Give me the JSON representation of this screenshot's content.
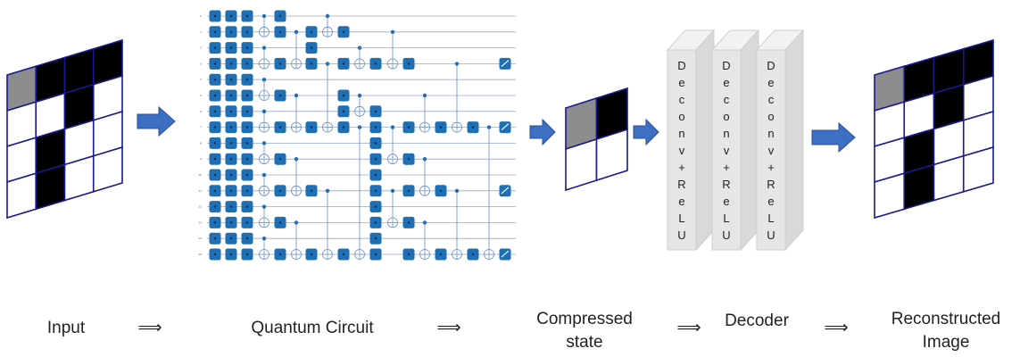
{
  "labels": {
    "input": "Input",
    "circuit": "Quantum Circuit",
    "compressed_line1": "Compressed",
    "compressed_line2": "state",
    "decoder": "Decoder",
    "reconstructed_line1": "Reconstructed",
    "reconstructed_line2": "Image",
    "flow_arrow": "⟹"
  },
  "input_image": {
    "rows": 4,
    "cols": 4,
    "cells": [
      [
        "gray",
        "black",
        "black",
        "black"
      ],
      [
        "white",
        "white",
        "black",
        "white"
      ],
      [
        "white",
        "black",
        "white",
        "white"
      ],
      [
        "white",
        "black",
        "white",
        "white"
      ]
    ]
  },
  "compressed_image": {
    "rows": 2,
    "cols": 2,
    "cells": [
      [
        "gray",
        "black"
      ],
      [
        "white",
        "white"
      ]
    ]
  },
  "reconstructed_image": {
    "rows": 4,
    "cols": 4,
    "cells": [
      [
        "gray",
        "black",
        "black",
        "black"
      ],
      [
        "white",
        "white",
        "black",
        "white"
      ],
      [
        "white",
        "black",
        "white",
        "white"
      ],
      [
        "white",
        "black",
        "white",
        "white"
      ]
    ]
  },
  "decoder_layers": {
    "count": 3,
    "letters": [
      "D",
      "e",
      "c",
      "o",
      "n",
      "v",
      "+",
      "R",
      "e",
      "L",
      "U"
    ]
  },
  "quantum_circuit": {
    "qubits": 16,
    "lane_labels": [
      "0",
      "1",
      "2",
      "3",
      "4",
      "5",
      "6",
      "7",
      "8",
      "9",
      "10",
      "11",
      "12",
      "13",
      "14",
      "15"
    ]
  },
  "colors": {
    "grid_line": "#1a1a8c",
    "black_cell": "#000000",
    "gray_cell": "#8c8c8c",
    "white_cell": "#ffffff",
    "gate": "#1f6fb5",
    "arrow": "#3d6fc4",
    "decoder_face": "#e6e6e6"
  }
}
